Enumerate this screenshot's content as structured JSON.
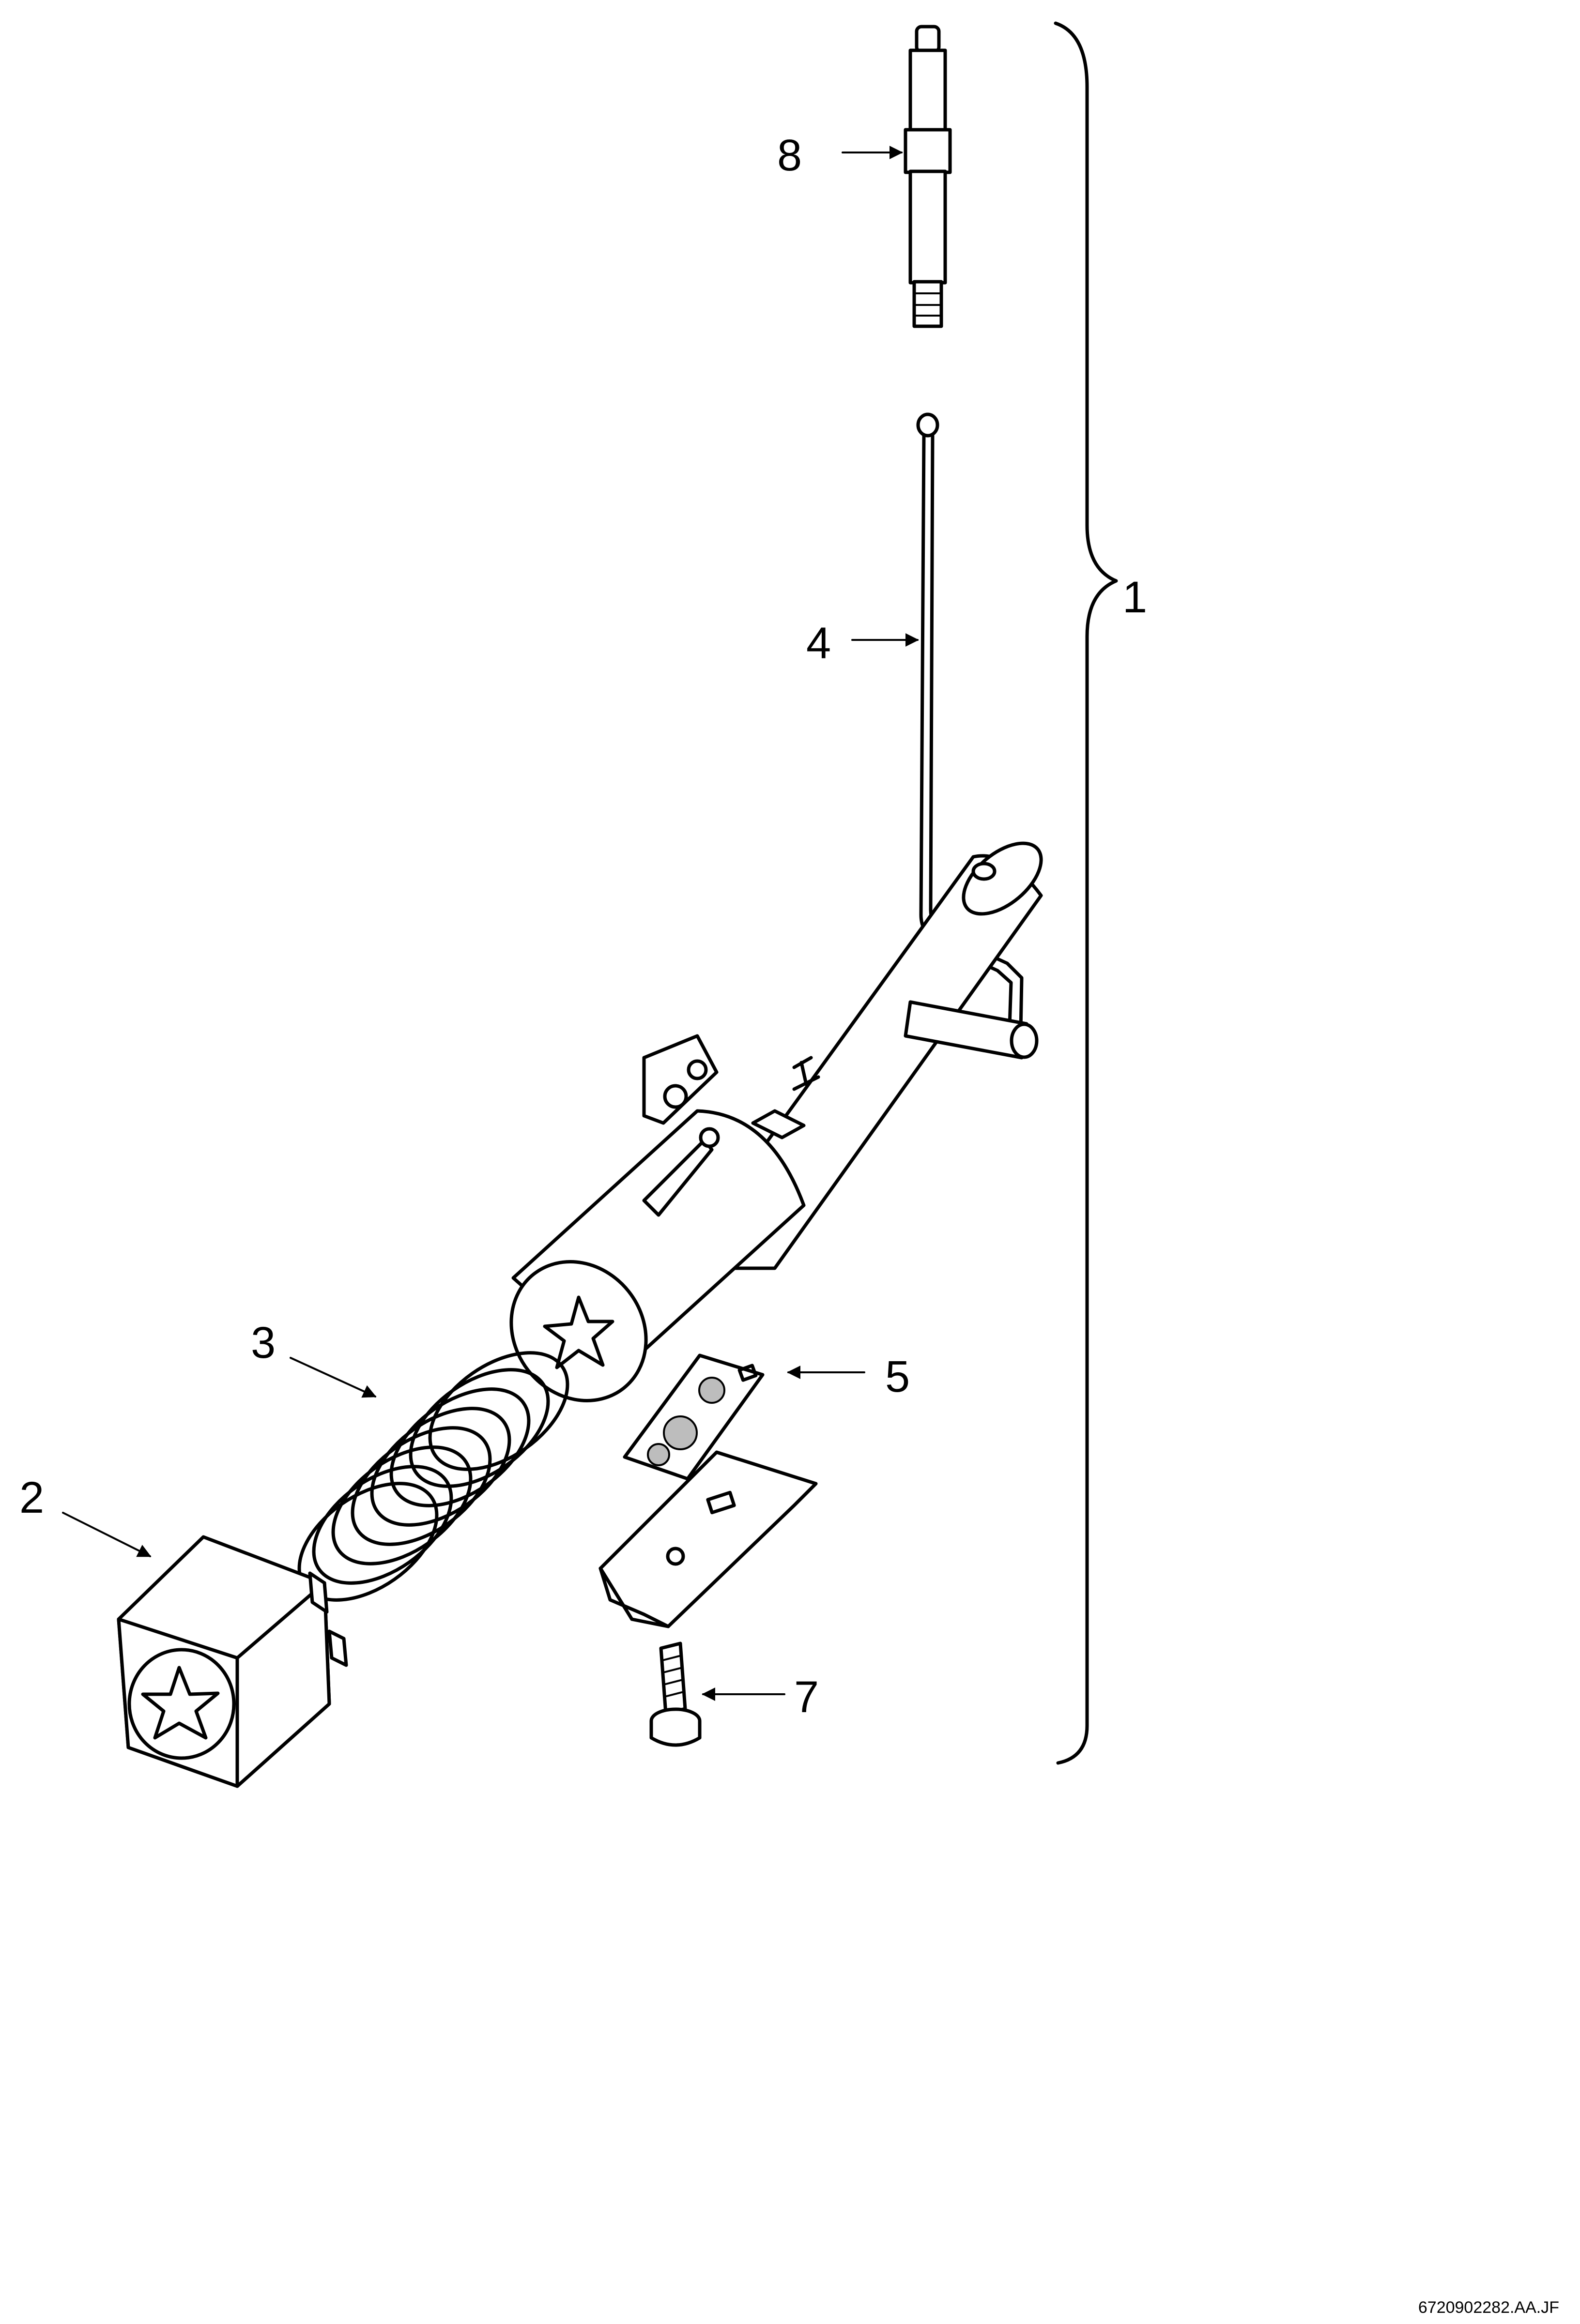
{
  "diagram": {
    "callouts": {
      "c1": "1",
      "c2": "2",
      "c3": "3",
      "c4": "4",
      "c5": "5",
      "c7": "7",
      "c8": "8"
    },
    "document_ref": "6720902282.AA.JF"
  }
}
